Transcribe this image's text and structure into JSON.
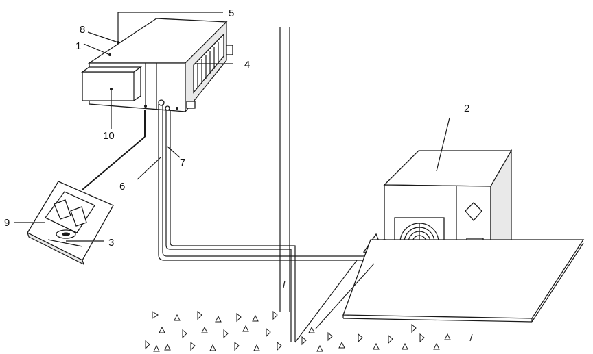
{
  "labels": [
    {
      "id": "1",
      "text": "1",
      "part": "indoor-unit"
    },
    {
      "id": "2",
      "text": "2",
      "part": "outdoor-unit"
    },
    {
      "id": "3",
      "text": "3",
      "part": "controller-button"
    },
    {
      "id": "4",
      "text": "4",
      "part": "air-outlet-grille"
    },
    {
      "id": "5",
      "text": "5",
      "part": "unit-top-edge"
    },
    {
      "id": "6",
      "text": "6",
      "part": "refrigerant-pipe-large"
    },
    {
      "id": "7",
      "text": "7",
      "part": "refrigerant-pipe-small"
    },
    {
      "id": "8",
      "text": "8",
      "part": "unit-top-point"
    },
    {
      "id": "9",
      "text": "9",
      "part": "wired-controller"
    },
    {
      "id": "10",
      "text": "10",
      "part": "air-inlet-box"
    }
  ],
  "colors": {
    "line": "#1a1a1a",
    "background": "#ffffff",
    "panel": "#e9e9e9"
  }
}
